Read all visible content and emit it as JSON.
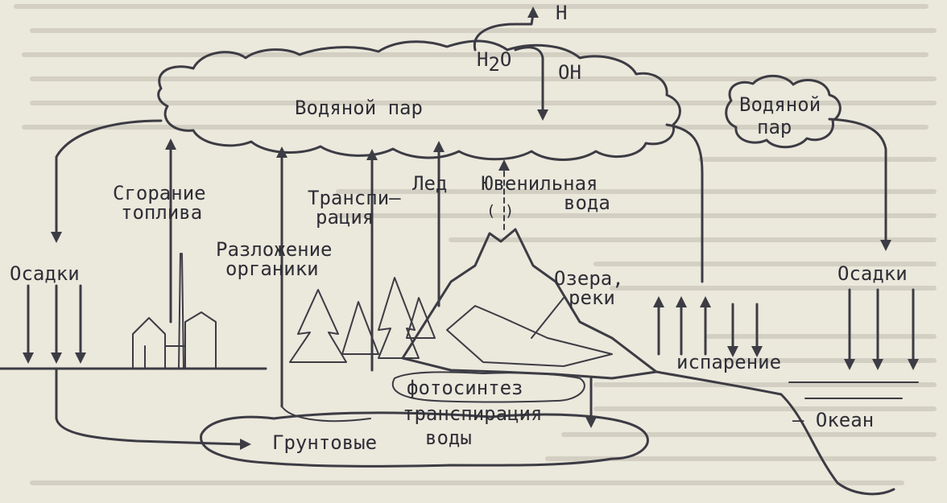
{
  "labels": {
    "h": "H",
    "h2o": "H",
    "h2o_sub": "2",
    "h2o_o": "O",
    "oh": "OH",
    "vapor_main": "Водяной пар",
    "vapor_right_1": "Водяной",
    "vapor_right_2": "пар",
    "combustion_1": "Сгорание",
    "combustion_2": "топлива",
    "transpiration_1": "Транспи–",
    "transpiration_2": "рация",
    "ice": "Лед",
    "juvenile_1": "Ювенильная",
    "juvenile_2": "вода",
    "juvenile_mark": "( )",
    "decomposition_1": "Разложение",
    "decomposition_2": "органики",
    "precip_left": "Осадки",
    "precip_right": "Осадки",
    "lakes_1": "Озера,",
    "lakes_2": "реки",
    "evaporation": "испарение",
    "photosynthesis": "фотосинтез",
    "transpiration_low": "транспирация",
    "groundwater_1": "Грунтовые",
    "groundwater_2": "воды",
    "ocean": "– Океан"
  },
  "colors": {
    "paper": "#ebe8dc",
    "ink": "#3c3c44",
    "bleed": "#c4c0b4"
  }
}
